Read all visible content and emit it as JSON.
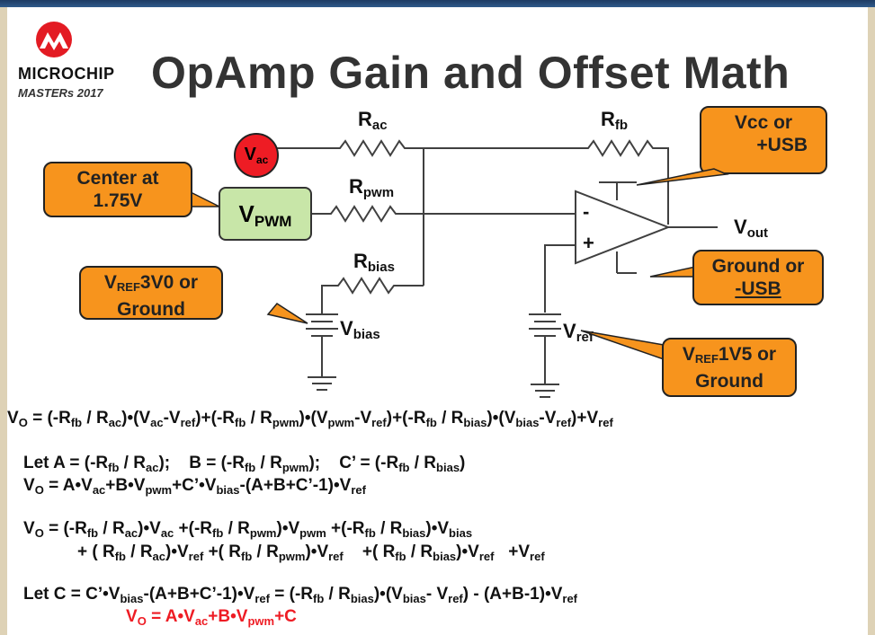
{
  "title": "OpAmp Gain and Offset Math",
  "logo": {
    "name": "MICROCHIP",
    "sub": "MASTERs 2017"
  },
  "components": {
    "vac": {
      "main": "V",
      "sub": "ac"
    },
    "vpwm": {
      "main": "V",
      "sub": "PWM"
    },
    "rac": {
      "main": "R",
      "sub": "ac"
    },
    "rfb": {
      "main": "R",
      "sub": "fb"
    },
    "rpwm": {
      "main": "R",
      "sub": "pwm"
    },
    "rbias": {
      "main": "R",
      "sub": "bias"
    },
    "vbias": {
      "main": "V",
      "sub": "bias"
    },
    "vref": {
      "main": "V",
      "sub": "ref"
    },
    "vout": {
      "main": "V",
      "sub": "out"
    },
    "minus": "-",
    "plus": "+"
  },
  "callouts": {
    "vcc": {
      "line1": "Vcc or",
      "line2": "+USB"
    },
    "center": {
      "line1": "Center at",
      "line2": "1.75V"
    },
    "ground": {
      "line1": "Ground or",
      "line2": "-USB"
    },
    "vref3v0": {
      "pre": "V",
      "sub": "REF",
      "post": "3V0 or",
      "line2": "Ground"
    },
    "vref1v5": {
      "pre": "V",
      "sub": "REF",
      "post": "1V5 or",
      "line2": "Ground"
    }
  },
  "equations": {
    "eq1": [
      {
        "t": "V"
      },
      {
        "s": "O"
      },
      {
        "t": " = (-R"
      },
      {
        "s": "fb"
      },
      {
        "t": " / R"
      },
      {
        "s": "ac"
      },
      {
        "t": ")•(V"
      },
      {
        "s": "ac"
      },
      {
        "t": "-V"
      },
      {
        "s": "ref"
      },
      {
        "t": ")+(-R"
      },
      {
        "s": "fb"
      },
      {
        "t": " / R"
      },
      {
        "s": "pwm"
      },
      {
        "t": ")•(V"
      },
      {
        "s": "pwm"
      },
      {
        "t": "-V"
      },
      {
        "s": "ref"
      },
      {
        "t": ")+(-R"
      },
      {
        "s": "fb"
      },
      {
        "t": " / R"
      },
      {
        "s": "bias"
      },
      {
        "t": ")•(V"
      },
      {
        "s": "bias"
      },
      {
        "t": "-V"
      },
      {
        "s": "ref"
      },
      {
        "t": ")+V"
      },
      {
        "s": "ref"
      }
    ],
    "eq2": [
      {
        "t": "Let A = (-R"
      },
      {
        "s": "fb"
      },
      {
        "t": " / R"
      },
      {
        "s": "ac"
      },
      {
        "t": ");    B = (-R"
      },
      {
        "s": "fb"
      },
      {
        "t": " / R"
      },
      {
        "s": "pwm"
      },
      {
        "t": ");    C’ = (-R"
      },
      {
        "s": "fb"
      },
      {
        "t": " / R"
      },
      {
        "s": "bias"
      },
      {
        "t": ")"
      }
    ],
    "eq3": [
      {
        "t": "V"
      },
      {
        "s": "O"
      },
      {
        "t": " = A•V"
      },
      {
        "s": "ac"
      },
      {
        "t": "+B•V"
      },
      {
        "s": "pwm"
      },
      {
        "t": "+C’•V"
      },
      {
        "s": "bias"
      },
      {
        "t": "-(A+B+C’-1)•V"
      },
      {
        "s": "ref"
      }
    ],
    "eq4": [
      {
        "t": "V"
      },
      {
        "s": "O"
      },
      {
        "t": " = (-R"
      },
      {
        "s": "fb"
      },
      {
        "t": " / R"
      },
      {
        "s": "ac"
      },
      {
        "t": ")•V"
      },
      {
        "s": "ac"
      },
      {
        "t": " +(-R"
      },
      {
        "s": "fb"
      },
      {
        "t": " / R"
      },
      {
        "s": "pwm"
      },
      {
        "t": ")•V"
      },
      {
        "s": "pwm"
      },
      {
        "t": " +(-R"
      },
      {
        "s": "fb"
      },
      {
        "t": " / R"
      },
      {
        "s": "bias"
      },
      {
        "t": ")•V"
      },
      {
        "s": "bias"
      }
    ],
    "eq5": [
      {
        "t": "+ ( R"
      },
      {
        "s": "fb"
      },
      {
        "t": " / R"
      },
      {
        "s": "ac"
      },
      {
        "t": ")•V"
      },
      {
        "s": "ref"
      },
      {
        "t": " +( R"
      },
      {
        "s": "fb"
      },
      {
        "t": " / R"
      },
      {
        "s": "pwm"
      },
      {
        "t": ")•V"
      },
      {
        "s": "ref"
      },
      {
        "t": "    +( R"
      },
      {
        "s": "fb"
      },
      {
        "t": " / R"
      },
      {
        "s": "bias"
      },
      {
        "t": ")•V"
      },
      {
        "s": "ref"
      },
      {
        "t": "   +V"
      },
      {
        "s": "ref"
      }
    ],
    "eq6": [
      {
        "t": "Let C = C’•V"
      },
      {
        "s": "bias"
      },
      {
        "t": "-(A+B+C’-1)•V"
      },
      {
        "s": "ref"
      },
      {
        "t": " = (-R"
      },
      {
        "s": "fb"
      },
      {
        "t": " / R"
      },
      {
        "s": "bias"
      },
      {
        "t": ")•(V"
      },
      {
        "s": "bias"
      },
      {
        "t": "- V"
      },
      {
        "s": "ref"
      },
      {
        "t": ") - (A+B-1)•V"
      },
      {
        "s": "ref"
      }
    ],
    "eq7": [
      {
        "t": "V"
      },
      {
        "s": "O"
      },
      {
        "t": " = A•V"
      },
      {
        "s": "ac"
      },
      {
        "t": "+B•V"
      },
      {
        "s": "pwm"
      },
      {
        "t": "+C"
      }
    ]
  },
  "colors": {
    "callout": "#f7941d",
    "vpwm_box": "#c8e6a8",
    "vac_circle": "#ee1c24",
    "highlight_text": "#ee1c24"
  }
}
